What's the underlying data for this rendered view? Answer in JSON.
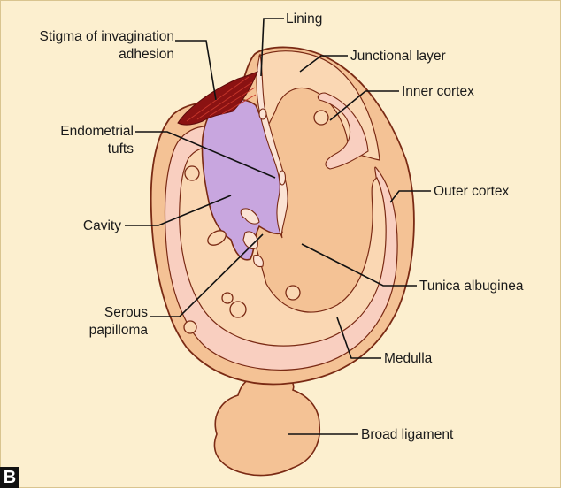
{
  "panel_letter": "B",
  "labels": {
    "stigma_line1": "Stigma of invagination",
    "stigma_line2": "adhesion",
    "lining": "Lining",
    "junctional_layer": "Junctional layer",
    "inner_cortex": "Inner cortex",
    "endometrial_line1": "Endometrial",
    "endometrial_line2": "tufts",
    "outer_cortex": "Outer cortex",
    "cavity": "Cavity",
    "tunica_albuginea": "Tunica albuginea",
    "serous_line1": "Serous",
    "serous_line2": "papilloma",
    "medulla": "Medulla",
    "broad_ligament": "Broad ligament"
  },
  "colors": {
    "background": "#fcefcf",
    "ovary_outer": "#f4c295",
    "ovary_inner": "#fad7b3",
    "cortex_band": "#f9cfc0",
    "cavity": "#c8a6df",
    "stigma": "#8a1212",
    "outline": "#7a2a14",
    "leader_line": "#111111"
  }
}
